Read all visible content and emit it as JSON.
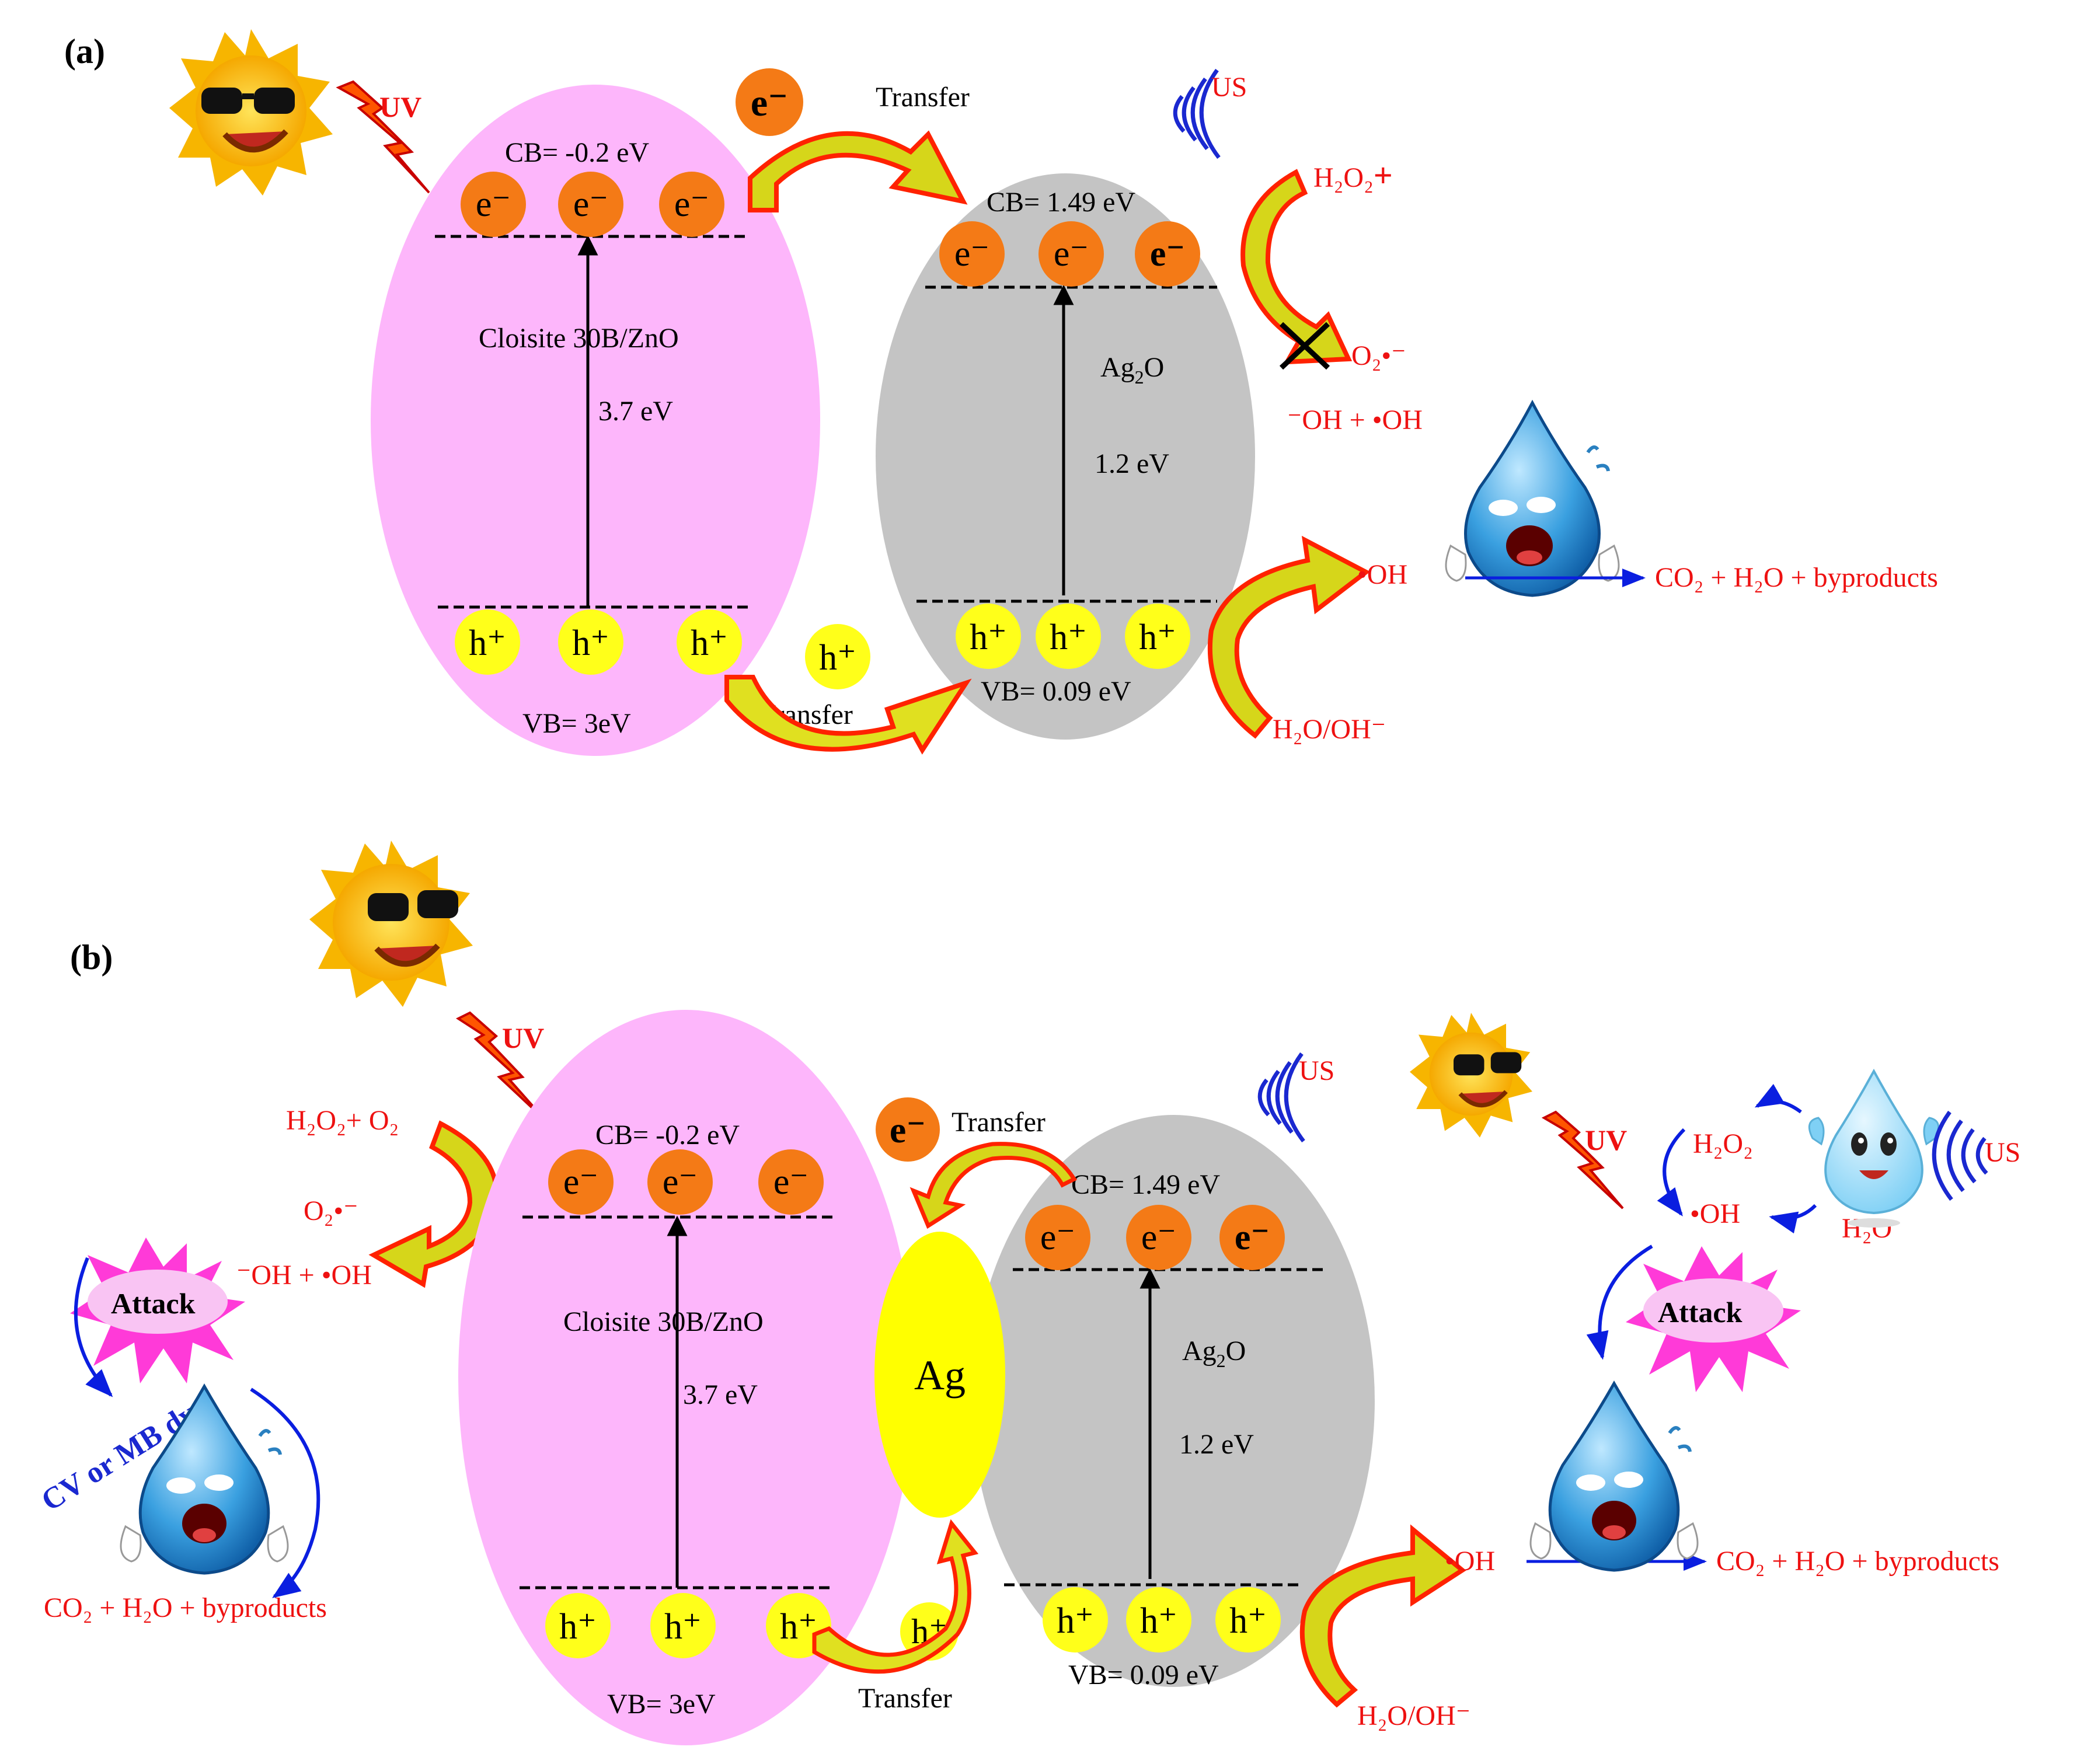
{
  "panel_a": {
    "label": "(a)",
    "uv": "UV",
    "us": "US",
    "e_transfer_label": "Transfer",
    "h_transfer_label": "Transfer",
    "e_symbol": "e⁻",
    "h_symbol": "h⁺",
    "left": {
      "cb": "CB= -0.2 eV",
      "vb": "VB= 3eV",
      "material": "Cloisite 30B/ZnO",
      "gap": "3.7 eV"
    },
    "right": {
      "cb": "CB= 1.49 eV",
      "vb": "VB= 0.09 eV",
      "material_base": "Ag",
      "material_sub": "2",
      "material_tail": "O",
      "gap": "1.2 eV"
    },
    "species": {
      "h2o2": "H₂O₂",
      "plus": "+",
      "o2rad": "O₂•⁻",
      "oh_pair": "⁻OH + •OH",
      "oh_rad": "•OH",
      "h2o_oh": "H₂O/OH⁻",
      "products": "CO₂ + H₂O + byproducts"
    }
  },
  "panel_b": {
    "label": "(b)",
    "uv_left": "UV",
    "uv_right": "UV",
    "us_center": "US",
    "us_right": "US",
    "e_transfer_label": "Transfer",
    "h_transfer_label": "Transfer",
    "silver": "Ag",
    "left": {
      "cb": "CB= -0.2 eV",
      "vb": "VB= 3eV",
      "material": "Cloisite 30B/ZnO",
      "gap": "3.7 eV"
    },
    "right": {
      "cb": "CB= 1.49 eV",
      "vb": "VB= 0.09 eV",
      "material_base": "Ag",
      "material_sub": "2",
      "material_tail": "O",
      "gap": "1.2 eV"
    },
    "species": {
      "h2o2_o2": "H₂O₂+ O₂",
      "o2rad": "O₂•⁻",
      "oh_pair": "⁻OH + •OH",
      "products_left": "CO₂ + H₂O + byproducts",
      "oh_rad": "•OH",
      "h2o_oh": "H₂O/OH⁻",
      "products_right": "CO₂ + H₂O + byproducts",
      "cycle_h2o2": "H₂O₂",
      "cycle_oh": "•OH",
      "cycle_h2o": "H₂O"
    },
    "attack_left": "Attack",
    "attack_right": "Attack",
    "dye_label": "CV or MB dye"
  },
  "colors": {
    "zno_ellipse": "#fdb6fb",
    "ag2o_ellipse": "#c4c4c4",
    "electron": "#f47a16",
    "hole": "#ffff1a",
    "silver_ellipse": "#ffff00",
    "species_text": "#ee1111",
    "product_arrow": "#0a1ee0",
    "us_waves": "#1a28d0"
  }
}
